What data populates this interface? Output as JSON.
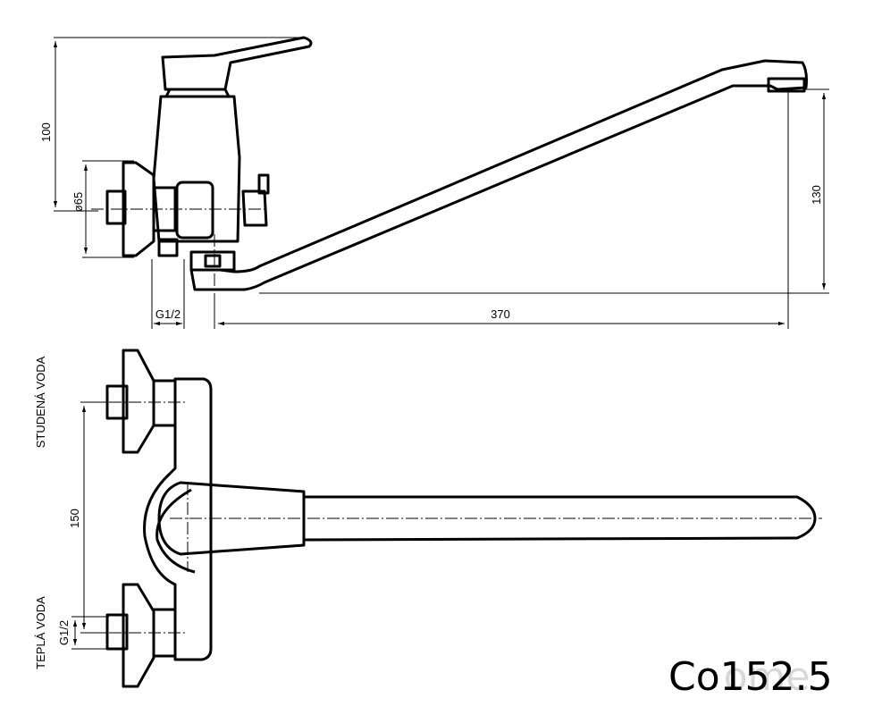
{
  "dimensions": {
    "height_top": "100",
    "diameter": "ø65",
    "thread_top": "G1/2",
    "spout_length": "370",
    "spout_height": "130",
    "spacing": "150",
    "thread_bottom": "G1/2"
  },
  "labels": {
    "cold_water": "STUDENÁ VODA",
    "hot_water": "TEPLÁ VODA"
  },
  "model": "Co152.5",
  "watermark": "ome"
}
